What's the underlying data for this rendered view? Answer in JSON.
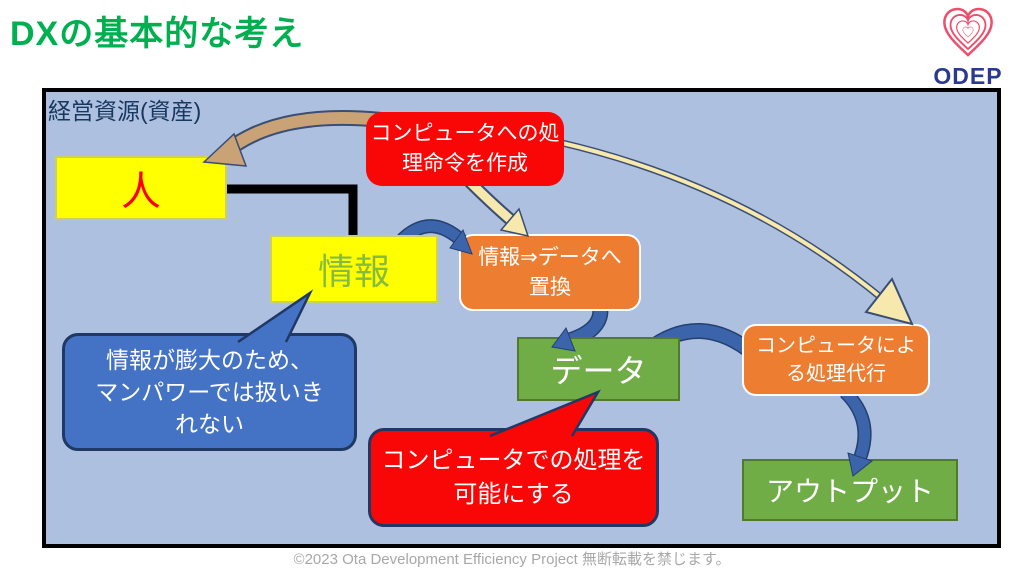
{
  "page": {
    "title": "DXの基本的な考え",
    "logo_text": "ODEP",
    "footer": "©2023  Ota Development Efficiency Project 無断転載を禁じます。"
  },
  "diagram": {
    "frame_label": "経営資源(資産)",
    "nodes": {
      "person": "人",
      "information": "情報",
      "instruction": [
        "コンピュータへの処",
        "理命令を作成"
      ],
      "convert": [
        "情報⇒データへ",
        "置換"
      ],
      "data": "データ",
      "proxy": [
        "コンピュータによ",
        "る処理代行"
      ],
      "output": "アウトプット"
    },
    "bubbles": {
      "info_overload": [
        "情報が膨大のため、",
        "マンパワーでは扱いき",
        "れない"
      ],
      "enable_processing": [
        "コンピュータでの処理を",
        "可能にする"
      ]
    },
    "arrows": [
      "person-to-instruction",
      "instruction-to-convert",
      "instruction-to-proxy",
      "information-to-convert",
      "convert-to-data",
      "data-to-proxy",
      "proxy-to-output",
      "person-information-connector"
    ]
  },
  "colors": {
    "title_green": "#00B050",
    "frame_bg": "#AEC0E0",
    "navy_text": "#17375E",
    "box_yellow": "#FFFF00",
    "box_red": "#F90606",
    "box_orange": "#ED7D31",
    "box_green": "#70AD47",
    "bubble_blue": "#4472C4",
    "arrow_blue": "#3C64AB",
    "arrow_tan": "#C9A376",
    "arrow_cream": "#F7E8AD",
    "person_text_red": "#FF0000",
    "information_text_green": "#85BC3F",
    "logo_pink": "#EE4D6B",
    "logo_navy": "#2B3990"
  }
}
